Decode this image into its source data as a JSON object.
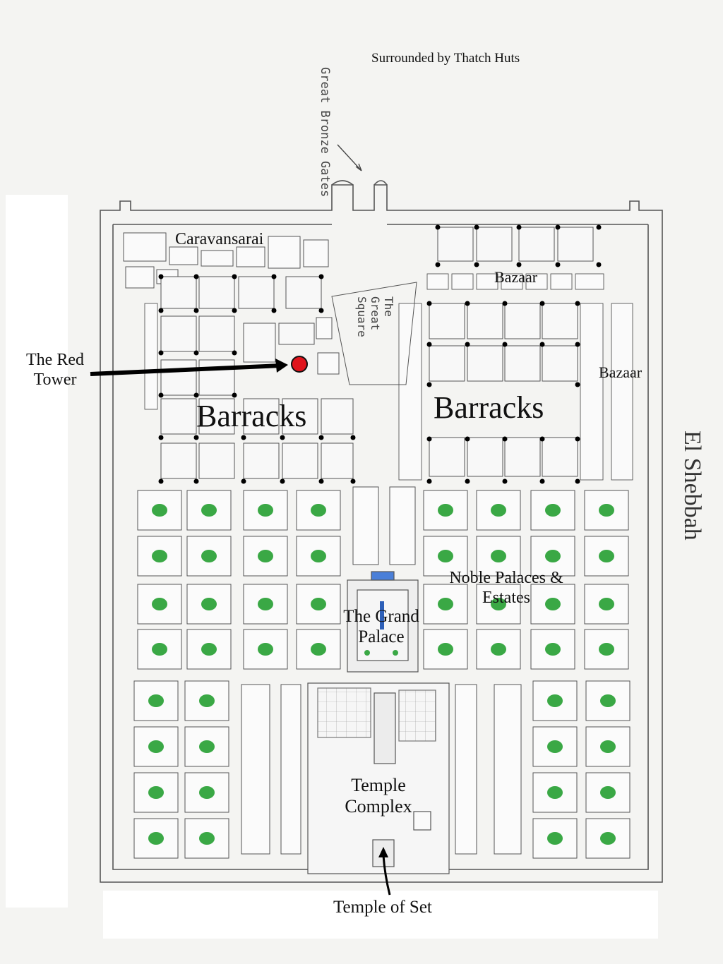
{
  "map": {
    "top_note": "Surrounded by Thatch Huts",
    "gates_note": "Great Bronze Gates",
    "city_name": "El Shebbah",
    "labels": {
      "caravansarai": "Caravansarai",
      "bazaar_north": "Bazaar",
      "bazaar_east": "Bazaar",
      "barracks_west": "Barracks",
      "barracks_east": "Barracks",
      "great_square": "The Great Square",
      "red_tower": "The Red Tower",
      "noble_palaces": "Noble Palaces & Estates",
      "grand_palace": "The Grand Palace",
      "temple_complex": "Temple Complex",
      "temple_of_set": "Temple of Set"
    },
    "colors": {
      "ink": "#3a3a3a",
      "garden_green": "#3aa845",
      "marker_red": "#e0141c",
      "arrow_black": "#000000",
      "palace_blue": "#2d5fb8"
    }
  }
}
